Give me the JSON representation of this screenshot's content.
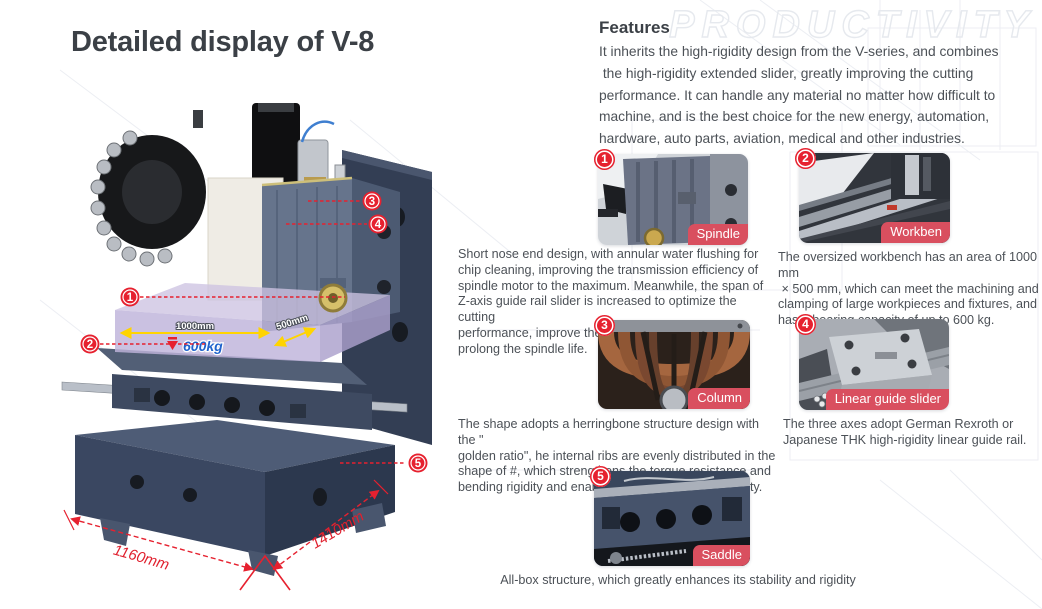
{
  "page": {
    "title": "Detailed display of V-8",
    "watermark": "PRODUCTIVITY"
  },
  "features": {
    "heading": "Features",
    "body": "It inherits the high-rigidity design from the V-series, and combines\n the high-rigidity extended slider, greatly improving the cutting\nperformance. It can handle any material no matter how difficult to\nmachine, and is the best choice for the new energy, automation,\nhardware, auto parts, aviation, medical and other industries."
  },
  "machine": {
    "callouts": [
      "1",
      "2",
      "3",
      "4",
      "5"
    ],
    "dimensions": {
      "table_width": "1000mm",
      "table_depth": "500mm",
      "load_capacity": "600kg",
      "base_width": "1160mm",
      "base_depth": "1410mm"
    }
  },
  "details": [
    {
      "num": "1",
      "label": "Spindle",
      "desc": "Short nose end design, with annular water flushing for\nchip cleaning, improving the transmission efficiency of\nspindle motor to the maximum. Meanwhile, the span of\nZ-axis guide rail slider is increased to optimize the cutting\nperformance, improve the machining accuracy and\nprolong the spindle life."
    },
    {
      "num": "2",
      "label": "Workben",
      "desc": "The oversized workbench has an area of 1000 mm\n × 500 mm, which can meet the machining and\nclamping of large workpieces and fixtures, and\nhas a bearing capacity of up to 600 kg."
    },
    {
      "num": "3",
      "label": "Column",
      "desc": "The shape adopts a herringbone structure design with the \"\ngolden ratio\", he internal ribs are evenly distributed in the\nshape of #, which strengthens the torque resistance and\nbending rigidity and enables super rigidity and stability."
    },
    {
      "num": "4",
      "label": "Linear guide slider",
      "desc": "The three axes adopt German Rexroth or\nJapanese THK high-rigidity linear guide rail."
    },
    {
      "num": "5",
      "label": "Saddle",
      "desc": "All-box structure, which greatly enhances its stability and rigidity"
    }
  ],
  "colors": {
    "accent_red": "#e6212f",
    "label_red": "#d94f5f",
    "capacity_blue": "#1f63cc",
    "arrow_yellow": "#ffd400",
    "box_purple": "#cdc3e2"
  }
}
